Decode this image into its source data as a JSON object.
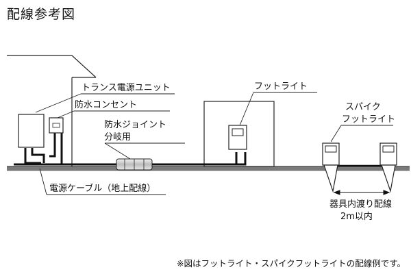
{
  "title": "配線参考図",
  "labels": {
    "transformer_unit": "トランス電源ユニット",
    "waterproof_outlet": "防水コンセント",
    "waterproof_joint_line1": "防水ジョイント",
    "waterproof_joint_line2": "分岐用",
    "foot_light": "フットライト",
    "spike_foot_light_line1": "スパイク",
    "spike_foot_light_line2": "フットライト",
    "power_cable": "電源ケーブル（地上配線）",
    "spacing_line1": "器具内渡り配線",
    "spacing_line2": "2m以内"
  },
  "footnote": "※図はフットライト・スパイクフットライトの配線例です。"
}
